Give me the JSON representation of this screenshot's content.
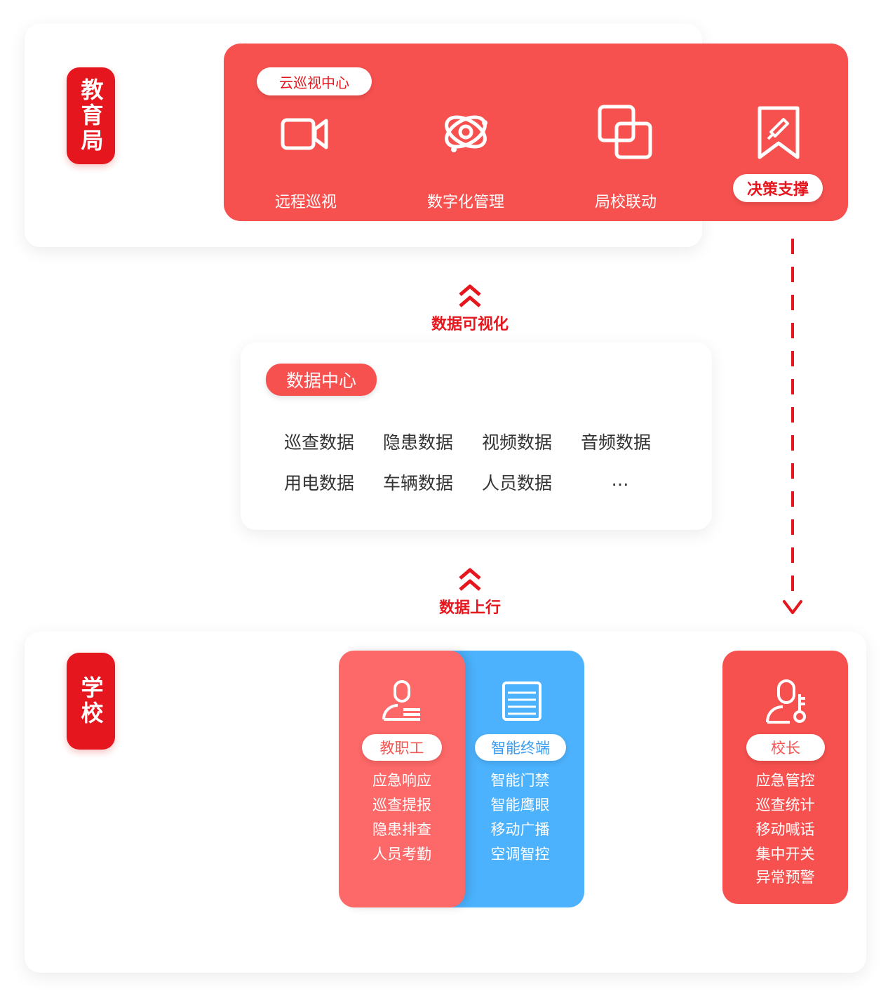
{
  "bureau": {
    "label": "教育局",
    "center_badge": "云巡视中心",
    "features": [
      {
        "label": "远程巡视",
        "icon": "video-camera-icon"
      },
      {
        "label": "数字化管理",
        "icon": "orbit-settings-icon"
      },
      {
        "label": "局校联动",
        "icon": "linked-squares-icon"
      },
      {
        "label": "决策支撑",
        "icon": "bookmark-pen-icon"
      }
    ]
  },
  "flow": {
    "visualize_label": "数据可视化",
    "upload_label": "数据上行"
  },
  "data_center": {
    "badge": "数据中心",
    "items": [
      "巡查数据",
      "隐患数据",
      "视频数据",
      "音频数据",
      "用电数据",
      "车辆数据",
      "人员数据",
      "…"
    ]
  },
  "school": {
    "label": "学校",
    "staff": {
      "title": "教职工",
      "items": [
        "应急响应",
        "巡查提报",
        "隐患排查",
        "人员考勤"
      ]
    },
    "terminal": {
      "title": "智能终端",
      "items": [
        "智能门禁",
        "智能鹰眼",
        "移动广播",
        "空调智控"
      ]
    },
    "principal": {
      "title": "校长",
      "items": [
        "应急管控",
        "巡查统计",
        "移动喊话",
        "集中开关",
        "异常预警"
      ]
    }
  },
  "colors": {
    "accent_red": "#e5161d",
    "panel_red": "#f7514f",
    "staff_red": "#fd6868",
    "terminal_blue": "#4cb2fd"
  }
}
